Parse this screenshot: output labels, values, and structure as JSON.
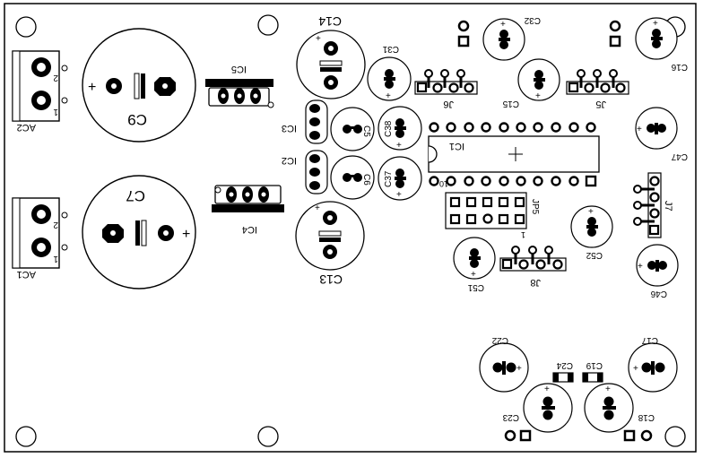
{
  "labels": {
    "ac2": "AC2",
    "ac1": "AC1",
    "pin_one": "1",
    "pin_two": "2",
    "c9": "C9",
    "c7": "C7",
    "ic5": "IC5",
    "ic4": "IC4",
    "ic3": "IC3",
    "ic2": "IC2",
    "ic1": "IC1",
    "c14": "C14",
    "c13": "C13",
    "c31": "C31",
    "c32": "C32",
    "c15": "C15",
    "c16": "C16",
    "c5": "C5",
    "c38": "C38",
    "c6": "C6",
    "c37": "C37",
    "j6": "J6",
    "j5": "J5",
    "j7": "J7",
    "j8": "J8",
    "c47": "C47",
    "c46": "C46",
    "c52": "C52",
    "c51": "C51",
    "jp": "JP5",
    "jp_pin_ten": "10",
    "jp_pin_one": "1",
    "c22": "C22",
    "c17": "C17",
    "c24": "C24",
    "c19": "C19",
    "c23": "C23",
    "c18": "C18",
    "plus": "+"
  },
  "colors": {
    "ink": "#000000",
    "board": "#ffffff"
  }
}
